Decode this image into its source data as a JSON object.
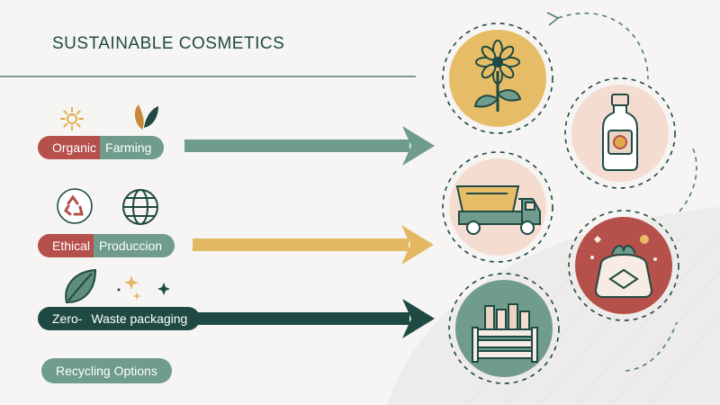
{
  "title": "SUSTAINABLE COSMETICS",
  "rows": [
    {
      "part1": "Organic",
      "part2": "Farming",
      "color1": "#b6504b",
      "color2": "#6f9c8c",
      "arrow": "#6f9c8c"
    },
    {
      "part1": "Ethical",
      "part2": "Produccion",
      "color1": "#b6504b",
      "color2": "#6f9c8c",
      "arrow": "#e2b863"
    },
    {
      "part1": "Zero-",
      "part2": "Waste packaging",
      "color1": "#1f4a43",
      "color2": "#1f4a43",
      "arrow": "#1f4a43"
    }
  ],
  "recycling_label": "Recycling Options",
  "icons": [
    "sun-icon",
    "leaf-icon",
    "recycle-icon",
    "globe-icon",
    "leaf-icon",
    "sparkle-icon"
  ],
  "nodes": [
    "flower-icon",
    "bottle-icon",
    "truck-icon",
    "eco-bag-icon",
    "product-crate-icon"
  ],
  "colors": {
    "teal_dark": "#1f4a43",
    "sage": "#6f9c8c",
    "brick": "#b6504b",
    "mustard": "#e2b863",
    "peach": "#f7e3d8",
    "recycle_pill": "#6f9c8c"
  }
}
